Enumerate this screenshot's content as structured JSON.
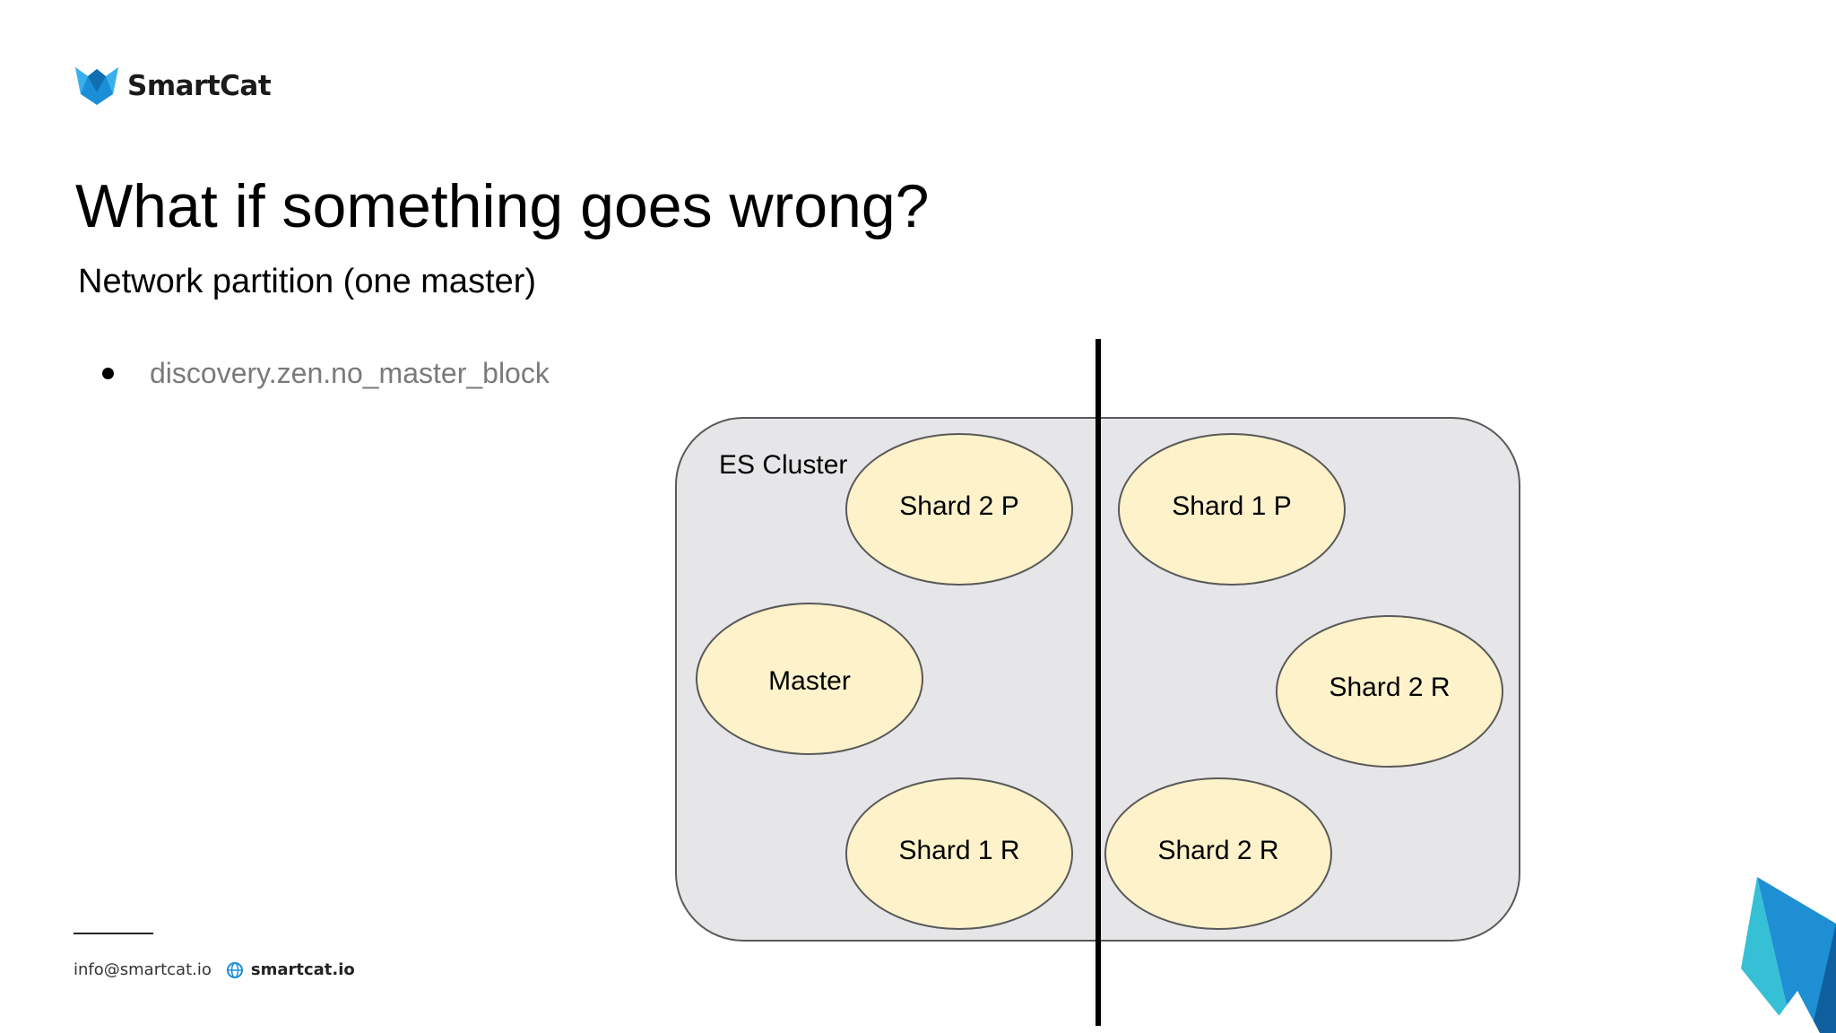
{
  "brand": {
    "name": "SmartCat",
    "logo_icon": "cat-head-logo-icon",
    "color": "#1a8fd8"
  },
  "slide": {
    "title": "What if something goes wrong?",
    "subtitle": "Network partition (one master)",
    "bullets": [
      "discovery.zen.no_master_block"
    ]
  },
  "diagram": {
    "cluster_label": "ES Cluster",
    "nodes": {
      "left": [
        "Shard 2 P",
        "Master",
        "Shard 1 R"
      ],
      "right": [
        "Shard 1 P",
        "Shard 2 R",
        "Shard 2 R"
      ]
    },
    "colors": {
      "cluster_fill": "#e6e6e9",
      "node_fill": "#fdf2ca",
      "partition_line": "#000000"
    }
  },
  "footer": {
    "email": "info@smartcat.io",
    "website": "smartcat.io",
    "website_icon": "globe-icon"
  }
}
